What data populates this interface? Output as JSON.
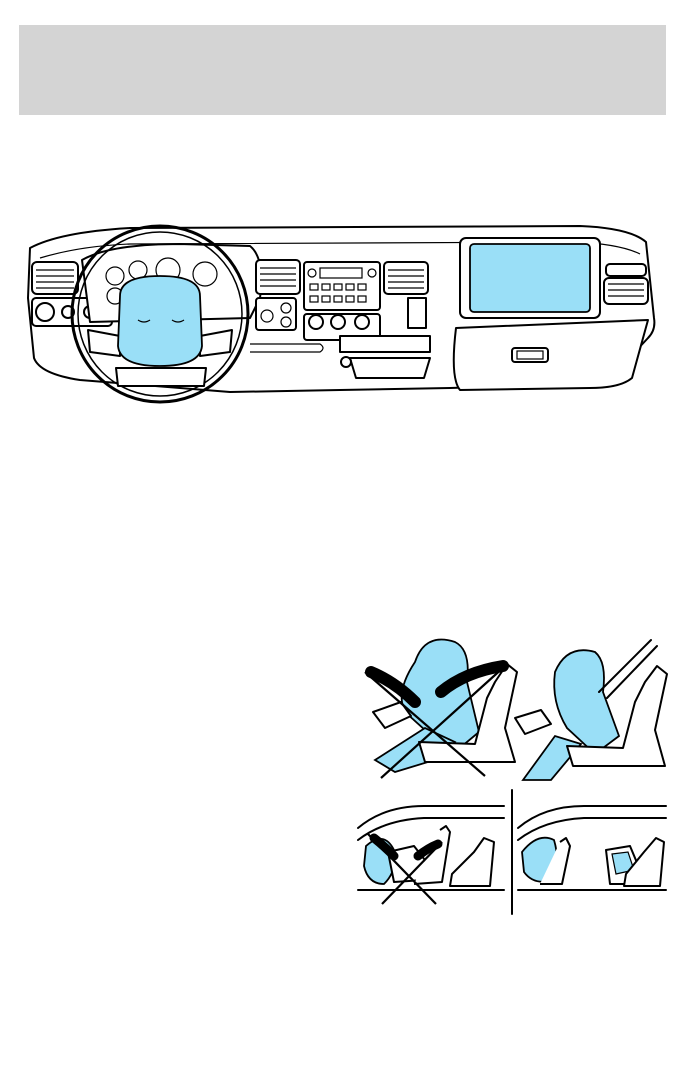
{
  "colors": {
    "header_band": "#d4d4d4",
    "airbag_blue": "#9adff7",
    "outline": "#000000"
  },
  "illustrations": {
    "dashboard": "dashboard-airbags-illustration",
    "front_occupant": "front-occupant-position-illustration",
    "child_seat": "rear-facing-child-seat-illustration"
  }
}
